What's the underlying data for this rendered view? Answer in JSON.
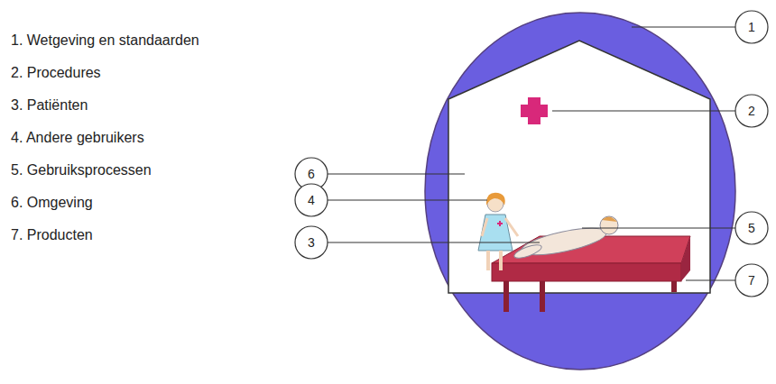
{
  "diagram": {
    "nodes": [
      {
        "text": [
          "1"
        ]
      },
      {
        "text": [
          "2"
        ]
      },
      {
        "text": [
          "6"
        ]
      },
      {
        "text": [
          "4"
        ]
      },
      {
        "text": [
          "5"
        ]
      },
      {
        "text": [
          "3"
        ]
      },
      {
        "text": [
          "7"
        ]
      }
    ],
    "labels": [
      "1. Wetgeving en standaarden",
      "2. Procedures",
      "3. Patiënten",
      "4. Andere gebruikers",
      "5. Gebruiksprocessen",
      "6. Omgeving",
      "7. Producten"
    ]
  }
}
